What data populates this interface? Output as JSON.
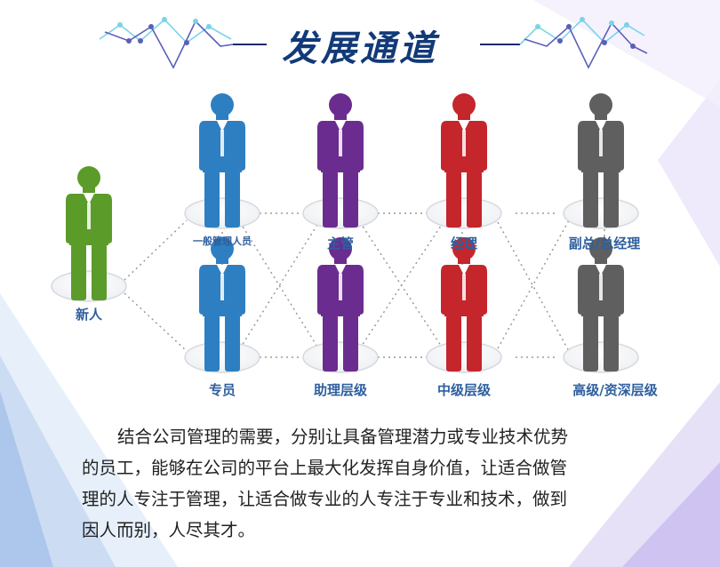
{
  "title": "发展通道",
  "nodes": {
    "newcomer": "新人",
    "general_manager_staff": "一般管理人员",
    "specialist": "专员",
    "supervisor": "主管",
    "assistant_level": "助理层级",
    "manager": "经理",
    "middle_level": "中级层级",
    "deputy_general_manager": "副总/总经理",
    "senior_expert_level": "高级/资深层级"
  },
  "colors": {
    "title": "#123a78",
    "label": "#2f5f9e",
    "green": "#5b9b2a",
    "blue": "#2e7fc2",
    "purple": "#6b2c8f",
    "red": "#c4262b",
    "gray": "#5f5f5f"
  },
  "paragraph": {
    "line1": "结合公司管理的需要，分别让具备管理潜力或专业技术优势",
    "line2": "的员工，能够在公司的平台上最大化发挥自身价值，让适合做管",
    "line3": "理的人专注于管理，让适合做专业的人专注于专业和技术，做到",
    "line4": "因人而别，人尽其才。"
  }
}
